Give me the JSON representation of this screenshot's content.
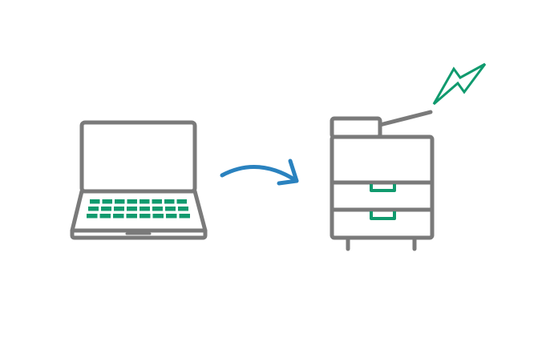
{
  "diagram": {
    "nodes": [
      {
        "id": "laptop",
        "icon": "laptop-icon"
      },
      {
        "id": "printer",
        "icon": "multifunction-printer-icon"
      }
    ],
    "edges": [
      {
        "from": "laptop",
        "to": "printer",
        "icon": "curved-arrow-icon"
      }
    ],
    "decorations": [
      {
        "attached_to": "printer",
        "icon": "lightning-bolt-icon"
      }
    ],
    "colors": {
      "outline": "#7a7a7a",
      "accent": "#109a6e",
      "arrow": "#2a82bf",
      "background": "#ffffff"
    }
  }
}
